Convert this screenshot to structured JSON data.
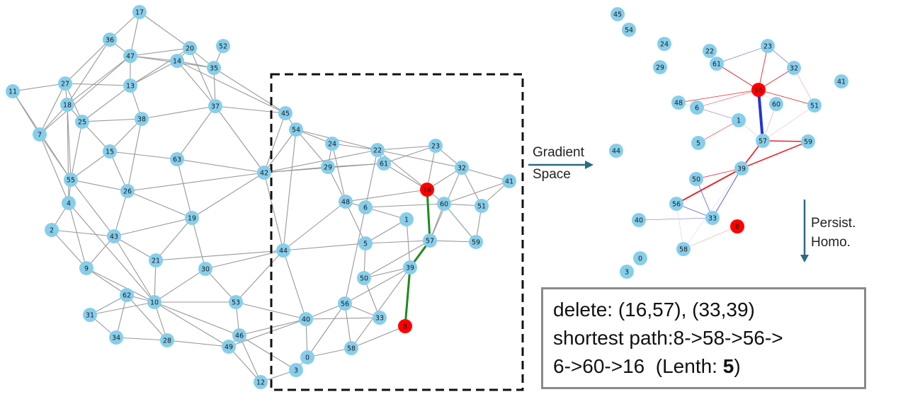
{
  "colors": {
    "node": "#87CEEB",
    "node_highlight": "#FF0000",
    "edge": "#999999",
    "path": "#1E8A1E",
    "arrow": "#2B6A86",
    "deleted_edge": "#2233DD",
    "gradient_pos": "#E8262A",
    "gradient_neg": "#5A5ADD"
  },
  "left_graph": {
    "highlight_nodes": [
      "16",
      "8"
    ],
    "path": [
      "16",
      "57",
      "39",
      "8"
    ]
  },
  "right_graph": {
    "highlight_nodes": [
      "16",
      "8"
    ]
  },
  "arrows": {
    "gradient_label_1": "Gradient",
    "gradient_label_2": "Space",
    "persist_label_1": "Persist.",
    "persist_label_2": "Homo."
  },
  "result": {
    "line1": "delete: (16,57), (33,39)",
    "line2": "shortest path:8->58->56->",
    "line3_prefix": "6->60->16  (Lenth: ",
    "line3_value": "5",
    "line3_suffix": ")"
  }
}
